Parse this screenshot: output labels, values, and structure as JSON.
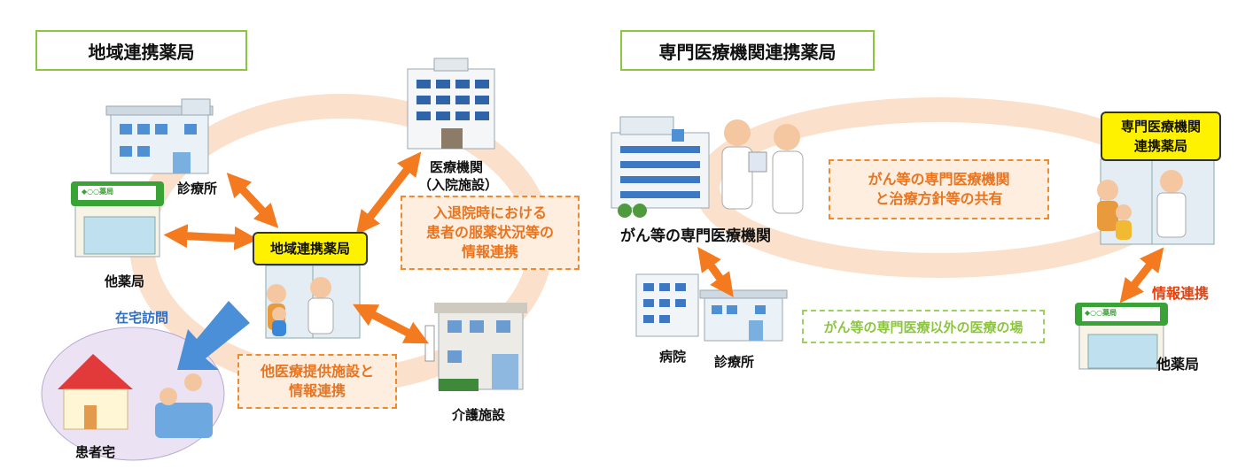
{
  "left": {
    "title": "地域連携薬局",
    "center_tag": "地域連携薬局",
    "labels": {
      "clinic": "診療所",
      "hospital_line1": "医療機関",
      "hospital_line2": "（入院施設）",
      "other_pharmacy": "他薬局",
      "home_visit": "在宅訪問",
      "patient_home": "患者宅",
      "care_facility": "介護施設"
    },
    "sign_text": "◆○○薬局",
    "note_admission": [
      "入退院時における",
      "患者の服薬状況等の",
      "情報連携"
    ],
    "note_other": [
      "他医療提供施設と",
      "情報連携"
    ]
  },
  "right": {
    "title": "専門医療機関連携薬局",
    "tag": [
      "専門医療機関",
      "連携薬局"
    ],
    "labels": {
      "cancer_institution": "がん等の専門医療機関",
      "hospital": "病院",
      "clinic": "診療所",
      "other_pharmacy": "他薬局",
      "info_link": "情報連携"
    },
    "sign_text": "◆○○薬局",
    "note_share": [
      "がん等の専門医療機関",
      "と治療方針等の共有"
    ],
    "note_other_places": "がん等の専門医療以外の医療の場"
  },
  "colors": {
    "ring": "#fbe0cb",
    "arrow_orange": "#f47a20",
    "arrow_blue": "#4a8fd8",
    "accent_green": "#8cc63f",
    "accent_red": "#e8400c"
  }
}
